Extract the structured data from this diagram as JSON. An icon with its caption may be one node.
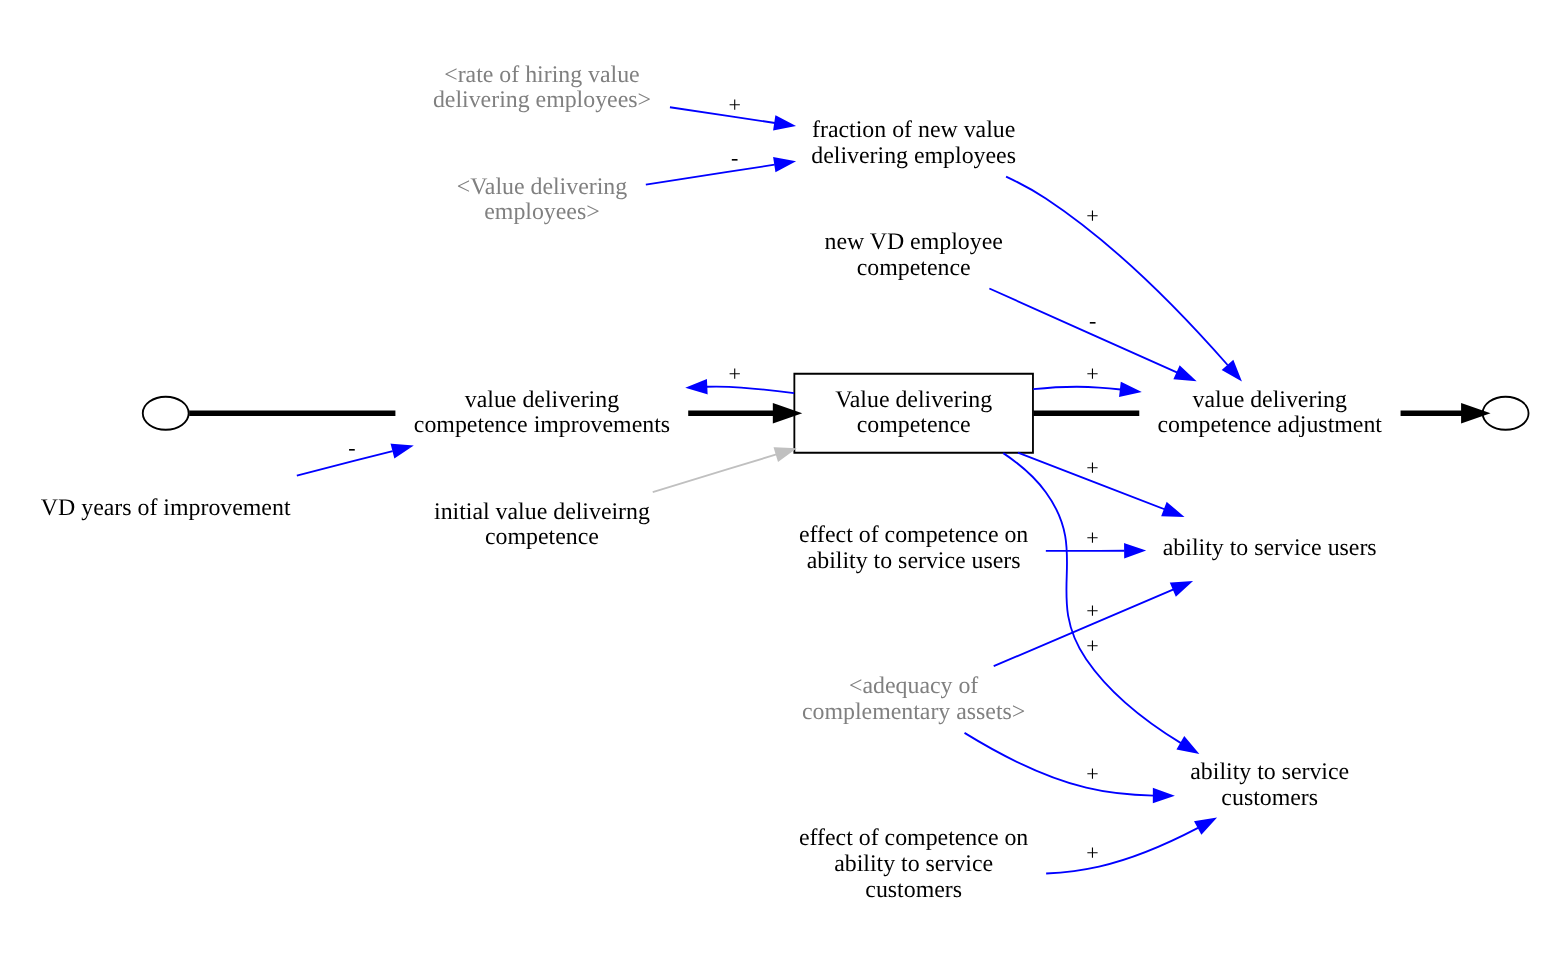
{
  "diagram": {
    "nodes": [
      {
        "text": [],
        "shape": "cloud"
      },
      {
        "text": [
          "value delivering competence improvements"
        ]
      },
      {
        "text": [
          "Value delivering competence"
        ]
      },
      {
        "text": [
          "value delivering competence adjustment"
        ]
      },
      {
        "text": [],
        "shape": "cloud"
      },
      {
        "text": [
          "VD years of improvement"
        ]
      },
      {
        "text": [
          "initial value deliveirng competence"
        ]
      },
      {
        "text": [
          "effect of competence on ability to service users"
        ]
      },
      {
        "text": [
          "ability to service users"
        ]
      },
      {
        "text": [
          "effect of competence on ability to service customers"
        ]
      },
      {
        "text": [
          "ability to service customers"
        ]
      },
      {
        "text": [
          "<adequacy of complementary assets>"
        ]
      },
      {
        "text": [
          "new VD employee competence"
        ]
      },
      {
        "text": [
          "fraction of new value delivering employees"
        ]
      },
      {
        "text": [
          "<Value delivering employees>"
        ]
      },
      {
        "text": [
          "<rate of hiring value delivering employees>"
        ]
      }
    ],
    "edges": [
      {
        "from": 0,
        "to": 1,
        "arrow": "none",
        "style": "thick",
        "color": "#000000"
      },
      {
        "from": 1,
        "to": 2,
        "arrow": "to",
        "style": "thick",
        "color": "#000000"
      },
      {
        "from": 2,
        "to": 3,
        "arrow": "none",
        "style": "thick",
        "color": "#000000"
      },
      {
        "from": 3,
        "to": 4,
        "arrow": "to",
        "style": "thick",
        "color": "#000000"
      },
      {
        "from": 5,
        "to": 1,
        "arrow": "to",
        "label": "-"
      },
      {
        "from": 2,
        "to": 1,
        "arrow": "to",
        "label": "+"
      },
      {
        "from": 6,
        "to": 2,
        "arrow": "to",
        "color": "#c0c0c0"
      },
      {
        "from": 7,
        "to": 8,
        "arrow": "to",
        "label": "+"
      },
      {
        "from": 2,
        "to": 8,
        "arrow": "to",
        "label": "+"
      },
      {
        "from": 11,
        "to": 8,
        "arrow": "to",
        "label": "+"
      },
      {
        "from": 9,
        "to": 10,
        "arrow": "to",
        "label": "+"
      },
      {
        "from": 11,
        "to": 10,
        "arrow": "to",
        "label": "+"
      },
      {
        "from": 2,
        "to": 10,
        "arrow": "to",
        "label": "+"
      },
      {
        "from": 2,
        "to": 3,
        "arrow": "to",
        "label": "+"
      },
      {
        "from": 12,
        "to": 3,
        "arrow": "to",
        "label": "-"
      },
      {
        "from": 13,
        "to": 3,
        "arrow": "to",
        "label": "+"
      },
      {
        "from": 14,
        "to": 13,
        "arrow": "to",
        "label": "-"
      },
      {
        "from": 15,
        "to": 13,
        "arrow": "to",
        "label": "+"
      }
    ]
  }
}
